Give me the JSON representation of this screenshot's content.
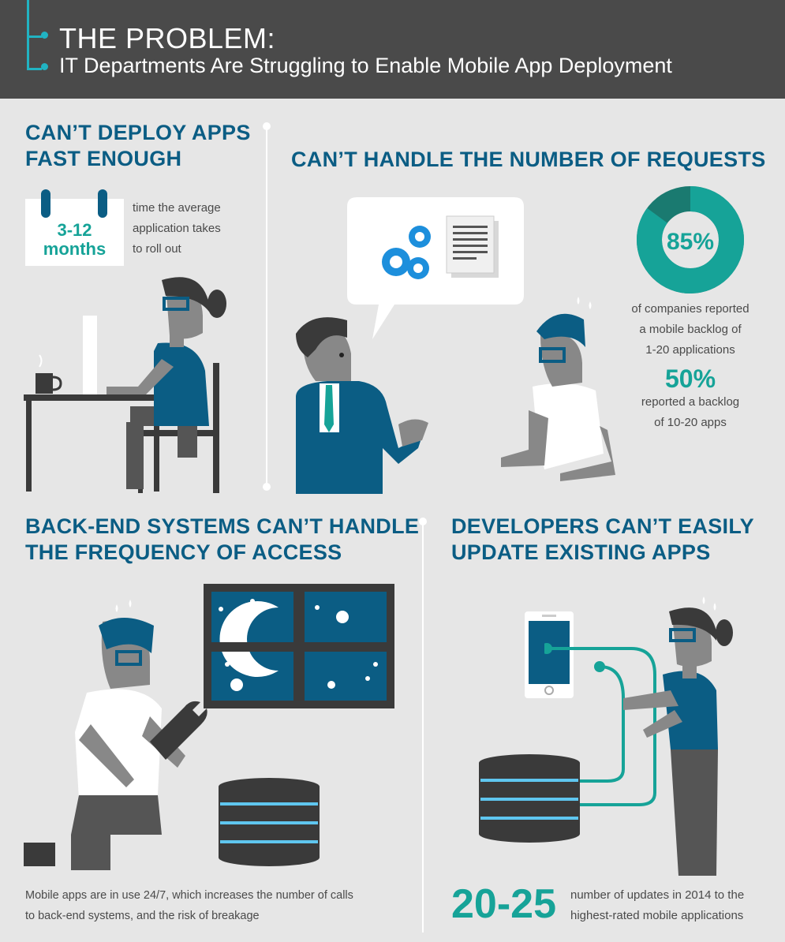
{
  "header": {
    "title": "THE PROBLEM:",
    "subtitle": "IT Departments Are Struggling to Enable Mobile App Deployment"
  },
  "sections": {
    "deploy": {
      "title_line1": "CAN’T DEPLOY APPS",
      "title_line2": "FAST ENOUGH",
      "calendar_value_line1": "3-12",
      "calendar_value_line2": "months",
      "desc_line1": "time the average",
      "desc_line2": "application takes",
      "desc_line3": "to roll out"
    },
    "requests": {
      "title": "CAN’T HANDLE THE NUMBER OF REQUESTS",
      "stat1_value": "85%",
      "stat1_line1": "of companies reported",
      "stat1_line2": "a mobile backlog of",
      "stat1_line3": "1-20 applications",
      "stat2_value": "50%",
      "stat2_line1": "reported a backlog",
      "stat2_line2": "of 10-20 apps"
    },
    "backend": {
      "title_line1": "BACK-END SYSTEMS CAN’T HANDLE",
      "title_line2": "THE FREQUENCY OF ACCESS",
      "desc_line1": "Mobile apps are in use 24/7, which increases the number of calls",
      "desc_line2": "to back-end systems, and the risk of breakage"
    },
    "developers": {
      "title_line1": "DEVELOPERS CAN’T EASILY",
      "title_line2": "UPDATE EXISTING APPS",
      "stat_value": "20-25",
      "desc_line1": "number of updates in 2014 to the",
      "desc_line2": "highest-rated mobile applications"
    }
  },
  "donut": {
    "percent": 85
  },
  "colors": {
    "navy": "#0b5d84",
    "teal": "#16a398",
    "teal_dark": "#1a7a70",
    "cyan": "#21b3c2",
    "header_bg": "#4a4a4a",
    "page_bg": "#e6e6e6",
    "skin": "#888888",
    "hair": "#3a3a3a"
  },
  "icons": [
    "gear-icon",
    "document-icon",
    "calendar-icon",
    "donut-chart",
    "server-icon",
    "window-icon",
    "smartphone-icon",
    "wrench-icon",
    "coffee-mug-icon",
    "computer-monitor-icon"
  ]
}
